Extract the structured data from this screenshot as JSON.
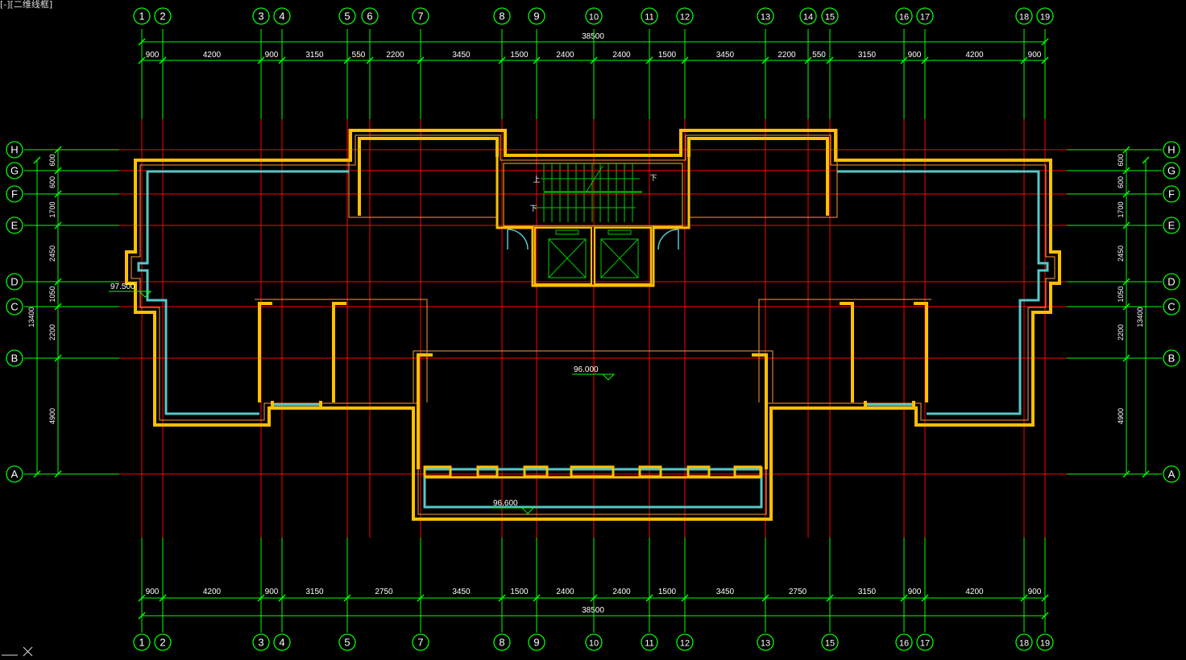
{
  "viewport_label": "[-][二维线框]",
  "colors": {
    "background": "#000000",
    "dimension": "#00ff00",
    "axis": "#ff0000",
    "wall": "#ffc000",
    "wall_thin": "#ff9a3c",
    "window": "#54c8c8",
    "detail": "#00cc00",
    "text": "#ffffff"
  },
  "grid_labels": {
    "x_top": [
      "1",
      "2",
      "3",
      "4",
      "5",
      "6",
      "7",
      "8",
      "9",
      "10",
      "11",
      "12",
      "13",
      "14",
      "15",
      "16",
      "17",
      "18",
      "19"
    ],
    "x_bottom": [
      "1",
      "2",
      "3",
      "4",
      "5",
      "7",
      "8",
      "9",
      "10",
      "11",
      "12",
      "13",
      "15",
      "16",
      "17",
      "18",
      "19"
    ],
    "y": [
      "H",
      "G",
      "F",
      "E",
      "D",
      "C",
      "B",
      "A"
    ]
  },
  "dimensions": {
    "top_total": "38500",
    "top_segments": [
      "900",
      "4200",
      "900",
      "3150",
      "550",
      "2200",
      "3450",
      "1500",
      "2400",
      "2400",
      "1500",
      "3450",
      "2200",
      "550",
      "3150",
      "900",
      "4200",
      "900"
    ],
    "bottom_total": "38500",
    "bottom_segments": [
      "900",
      "4200",
      "900",
      "3150",
      "2750",
      "3450",
      "1500",
      "2400",
      "2400",
      "1500",
      "3450",
      "2750",
      "3150",
      "900",
      "4200",
      "900"
    ],
    "left_total": "13400",
    "left_segments": [
      "600",
      "600",
      "1700",
      "2450",
      "1050",
      "2200",
      "4900"
    ],
    "right_total": "13400",
    "right_segments": [
      "600",
      "600",
      "1700",
      "2450",
      "1050",
      "2200",
      "4900"
    ]
  },
  "elevations": {
    "left": "97.500",
    "center": "96.000",
    "bottom": "96.600"
  },
  "stair_labels": {
    "up": "上",
    "down1": "下",
    "down2": "下"
  }
}
